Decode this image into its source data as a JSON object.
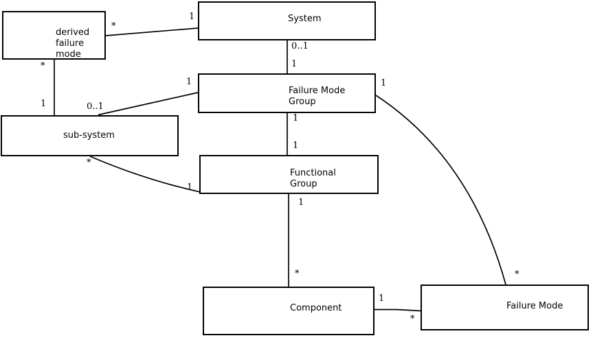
{
  "diagram": {
    "type": "uml-class-diagram",
    "colors": {
      "background": "#ffffff",
      "line": "#000000",
      "text": "#000000"
    },
    "boxes": [
      {
        "id": "derived-failure-mode",
        "label": "derived\nfailure\nmode"
      },
      {
        "id": "system",
        "label": "System"
      },
      {
        "id": "failure-mode-group",
        "label": "Failure Mode\nGroup"
      },
      {
        "id": "sub-system",
        "label": "sub-system"
      },
      {
        "id": "functional-group",
        "label": "Functional\nGroup"
      },
      {
        "id": "component",
        "label": "Component"
      },
      {
        "id": "failure-mode",
        "label": "Failure Mode"
      }
    ],
    "connections": [
      {
        "from": "derived failure mode",
        "to": "System",
        "label_a": "*",
        "label_b": "1"
      },
      {
        "from": "derived failure mode",
        "to": "sub-system",
        "label_a": "*",
        "label_b": "1"
      },
      {
        "from": "sub-system",
        "to": "Failure Mode Group",
        "label_a": "0..1",
        "label_b": "1"
      },
      {
        "from": "System",
        "to": "Failure Mode Group",
        "label_a": "0..1",
        "label_b": "1"
      },
      {
        "from": "Failure Mode Group",
        "to": "Functional Group",
        "label_a": "1",
        "label_b": "1"
      },
      {
        "from": "sub-system",
        "to": "Functional Group",
        "label_a": "*",
        "label_b": "1"
      },
      {
        "from": "Functional Group",
        "to": "Component",
        "label_a": "1",
        "label_b": "*"
      },
      {
        "from": "Component",
        "to": "Failure Mode",
        "label_a": "1",
        "label_b": "*"
      },
      {
        "from": "Failure Mode Group",
        "to": "Failure Mode",
        "label_a": "1",
        "label_b": "*"
      }
    ]
  }
}
